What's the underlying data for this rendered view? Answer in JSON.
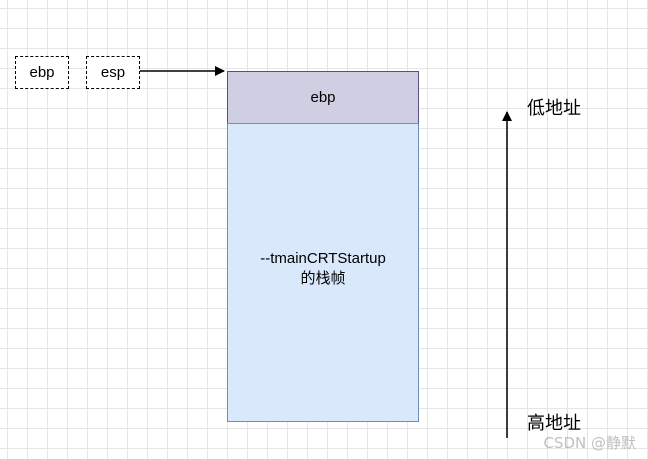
{
  "registers": {
    "ebp_label": "ebp",
    "esp_label": "esp"
  },
  "stack": {
    "top_block_label": "ebp",
    "frame_line1": "--tmainCRTStartup",
    "frame_line2": "的栈帧"
  },
  "address_axis": {
    "low_label": "低地址",
    "high_label": "高地址"
  },
  "watermark": "CSDN @静默",
  "colors": {
    "ebp_block_fill": "#d0cee2",
    "ebp_block_border": "#56517e",
    "frame_fill": "#dae8fc",
    "frame_border": "#6c8ebf"
  }
}
